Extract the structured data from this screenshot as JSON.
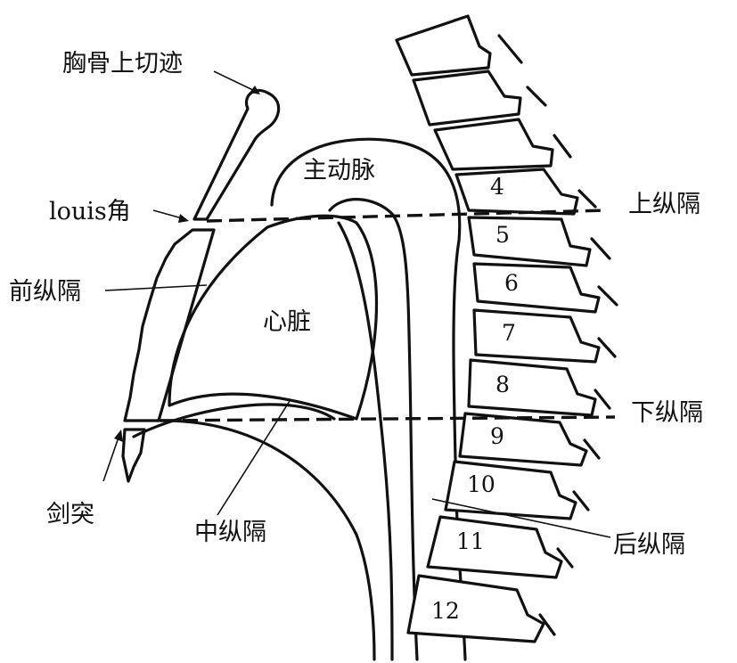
{
  "labels": {
    "suprasternal_notch": "胸骨上切迹",
    "louis_angle": "louis角",
    "anterior_mediastinum": "前纵隔",
    "xiphoid": "剑突",
    "aorta": "主动脉",
    "heart": "心脏",
    "middle_mediastinum": "中纵隔",
    "superior_mediastinum": "上纵隔",
    "inferior_mediastinum": "下纵隔",
    "posterior_mediastinum": "后纵隔"
  },
  "vertebra_numbers": [
    "4",
    "5",
    "6",
    "7",
    "8",
    "9",
    "10",
    "11",
    "12"
  ]
}
